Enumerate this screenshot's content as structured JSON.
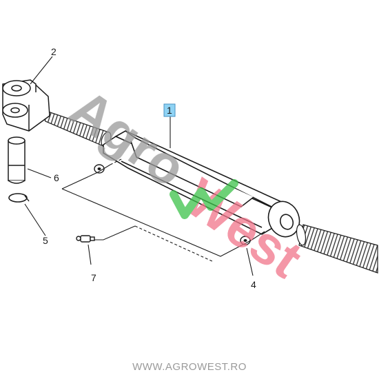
{
  "diagram": {
    "callouts": [
      {
        "id": "1",
        "label": "1",
        "boxed": true
      },
      {
        "id": "2",
        "label": "2"
      },
      {
        "id": "4",
        "label": "4"
      },
      {
        "id": "5",
        "label": "5"
      },
      {
        "id": "6",
        "label": "6"
      },
      {
        "id": "7",
        "label": "7"
      }
    ],
    "watermark": {
      "part1": "Agro",
      "part2": "West",
      "color_grey": "#9a9a9a",
      "color_green": "#3cc24a",
      "color_pink": "#f0748a"
    },
    "highlight_color": "#8fd3f4"
  },
  "footer": {
    "url": "WWW.AGROWEST.RO"
  }
}
